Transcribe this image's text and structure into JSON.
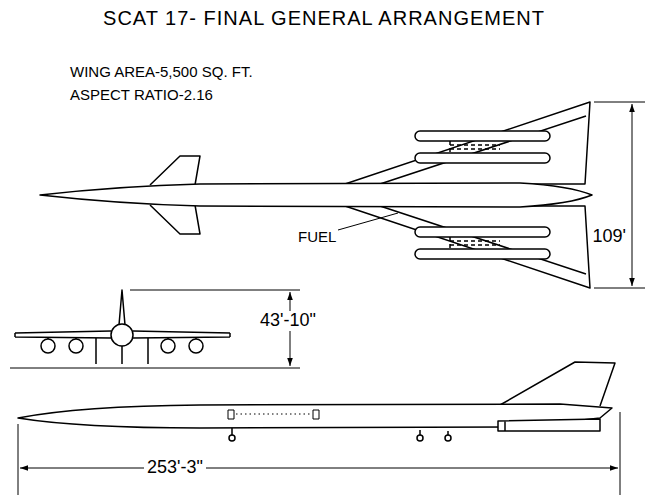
{
  "diagram": {
    "title": "SCAT 17- FINAL GENERAL ARRANGEMENT",
    "labels": [
      "WING AREA-5,500 SQ. FT.",
      "ASPECT RATIO-2.16",
      "FUEL",
      "109'",
      "43'-10\"",
      "253'-3\""
    ]
  }
}
